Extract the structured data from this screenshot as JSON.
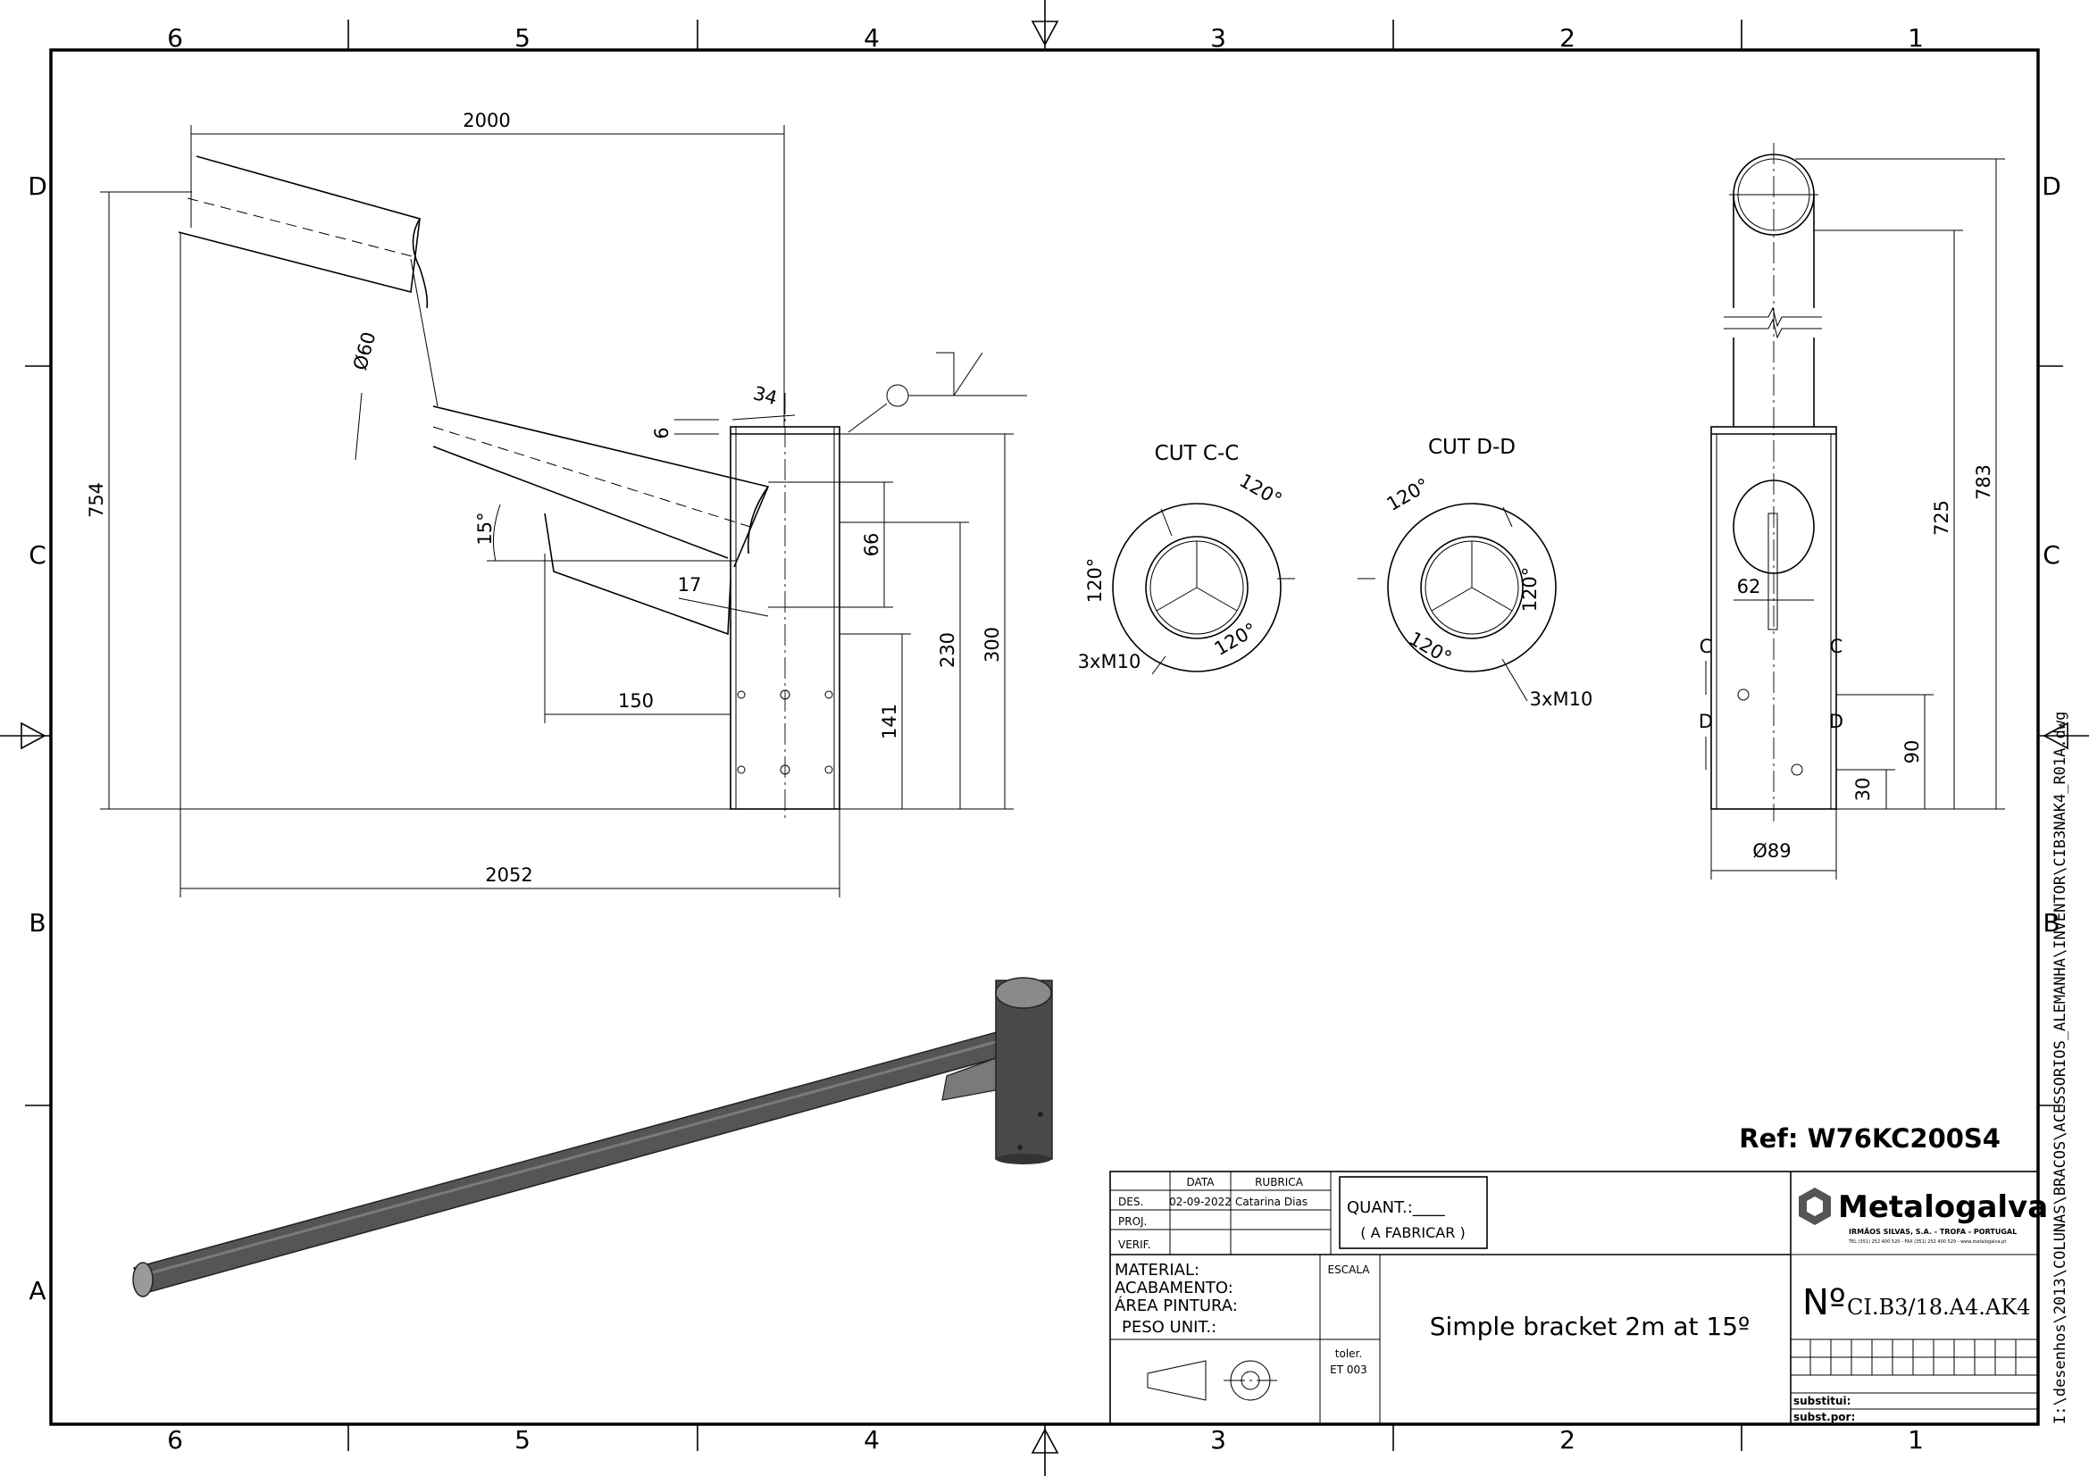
{
  "ref": "Ref: W76KC200S4",
  "side_path": "I:\\desenhos\\2013\\COLUNAS\\BRACOS\\ACESSORIOS_ALEMANHA\\INVENTOR\\CIB3NAK4_R01A.dwg",
  "zones": {
    "columns": [
      "6",
      "5",
      "4",
      "3",
      "2",
      "1"
    ],
    "rows": [
      "D",
      "C",
      "B",
      "A"
    ]
  },
  "dimensions": {
    "top_width": "2000",
    "overall_width": "2052",
    "overall_height": "754",
    "tube_diameter": "Ø60",
    "socket_gap": "34",
    "lip": "6",
    "angle": "15°",
    "gusset_angle": "17",
    "gusset_depth": "66",
    "bracket_offset": "150",
    "hole_height": "141",
    "arm_height": "230",
    "socket_height": "300",
    "side_width_62": "62",
    "side_height_725": "725",
    "side_height_783": "783",
    "hole_90": "90",
    "hole_30": "30",
    "socket_diameter": "Ø89"
  },
  "section_labels": {
    "c": "C",
    "d": "D"
  },
  "cuts": {
    "cc": {
      "title": "CUT C-C",
      "angles": [
        "120°",
        "120°",
        "120°"
      ],
      "bolts": "3xM10"
    },
    "dd": {
      "title": "CUT D-D",
      "angles": [
        "120°",
        "120°",
        "120°"
      ],
      "bolts": "3xM10"
    }
  },
  "title_block": {
    "col_data": "DATA",
    "col_rubrica": "RUBRICA",
    "row_des": "DES.",
    "row_proj": "PROJ.",
    "row_verif": "VERIF.",
    "des_date": "02-09-2022",
    "des_name": "Catarina Dias",
    "quant_label": "QUANT.:____",
    "a_fabricar": "( A FABRICAR )",
    "material": "MATERIAL:",
    "acabamento": "ACABAMENTO:",
    "area_pintura": "ÁREA PINTURA:",
    "peso_unit": "PESO UNIT.:",
    "escala": "ESCALA",
    "toler": "toler.",
    "et": "ET 003",
    "title": "Simple bracket 2m at 15º",
    "number_prefix": "Nº",
    "number": "CI.B3/18.A4.AK4",
    "brand": "Metalogalva",
    "brand_sub": "IRMÃOS SILVAS, S.A. - TROFA - PORTUGAL",
    "brand_contact": "TEL (351) 252 400 520 - FAX (351) 252 400 529 - www.metalogalva.pt",
    "substitui": "substitui:",
    "subst_por": "subst.por:"
  },
  "colors": {
    "line": "#000000",
    "render_body": "#555555",
    "render_dark": "#333333",
    "render_light": "#9a9a9a"
  }
}
